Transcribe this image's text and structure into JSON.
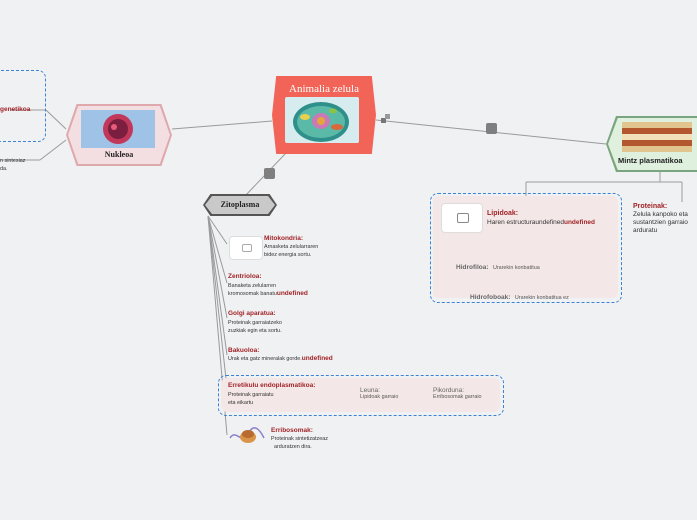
{
  "central": {
    "title": "Animalia zelula"
  },
  "nukleo": {
    "title": "Nukleoa",
    "left_note_1": "genetikoa",
    "left_note_2": "n sintesiaz",
    "left_note_3": "da."
  },
  "mintz": {
    "title": "Mintz plasmatikoa",
    "items": [
      {
        "title": "Lipidoak:",
        "text": "Haren estructuraundefined",
        "text_tail": "undefined",
        "children": [
          {
            "title": "Hidrofiloa:",
            "text": "Urarekin konbatitua"
          },
          {
            "title": "Hidrofoboak:",
            "text": "Urarekin konbatitua ez"
          }
        ]
      },
      {
        "title": "Proteinak:",
        "lines": [
          "Zelula kanpoko eta",
          "sustantzien garraio",
          "arduratu"
        ]
      }
    ]
  },
  "zito": {
    "title": "Zitoplasma",
    "items": [
      {
        "title": "Mitokondria:",
        "lines": [
          "Arnasketa zelularraren",
          "bidez energia sortu."
        ]
      },
      {
        "title": "Zentrioloa:",
        "lines": [
          "Banaketa zelularren",
          "kromosomak banatu"
        ],
        "tail": "undefined"
      },
      {
        "title": "Golgi aparatua:",
        "lines": [
          "Proteinak garraiatzeko",
          "zuzkiak egin eta sortu."
        ]
      },
      {
        "title": "Bakuoloa:",
        "lines": [
          "Urak eta gatz mineralak gorde."
        ],
        "tail": "undefined"
      },
      {
        "title": "Erretikulu endoplasmatikoa:",
        "lines": [
          "Proteinak garraiatu",
          "eta eikartu"
        ],
        "children": [
          {
            "title": "Leuna:",
            "text": "Lipidoak garraio"
          },
          {
            "title": "Pikorduna:",
            "text": "Erribosomak garraio"
          }
        ]
      },
      {
        "title": "Erribosomak:",
        "lines": [
          "Proteinak sintetizatzeaz",
          "arduratzen dira."
        ]
      }
    ]
  },
  "colors": {
    "central": "#f26457",
    "nukleo": "#dfa8ad",
    "mintz": "#7aa57e",
    "zito": "#c9c9c9",
    "label_red": "#a12326",
    "dash": "#3b82d6",
    "background": "#f0f1f3"
  }
}
